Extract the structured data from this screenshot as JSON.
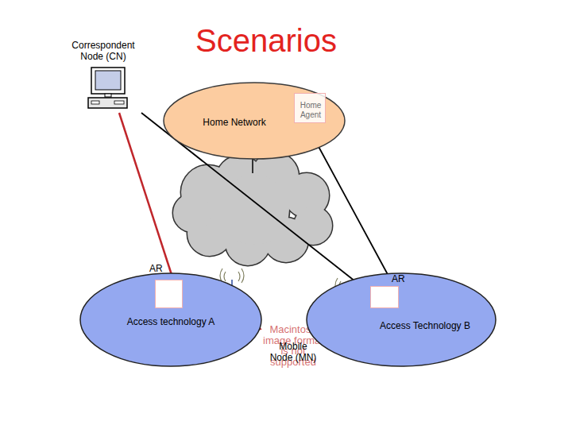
{
  "diagram": {
    "title": "Scenarios",
    "nodes": [
      {
        "text": [
          "Correspondent Node (CN)"
        ]
      },
      {
        "text": [
          "Home Network"
        ]
      },
      {
        "text": [
          "Home Agent"
        ],
        "in": 1
      },
      {
        "text": [
          "Access technology A"
        ]
      },
      {
        "text": [
          "AR"
        ]
      },
      {
        "text": [
          "Access Technology B"
        ]
      },
      {
        "text": [
          "AR"
        ]
      },
      {
        "text": [
          "Mobile Node (MN)"
        ]
      }
    ],
    "edges": [
      {
        "from": 0,
        "to": 4,
        "arrow": "none"
      },
      {
        "from": 4,
        "to": 7,
        "arrow": "both"
      },
      {
        "from": 0,
        "to": 6,
        "arrow": "none"
      },
      {
        "from": 2,
        "to": 6,
        "arrow": "none"
      },
      {
        "from": 7,
        "to": 5,
        "arrow": "both"
      }
    ],
    "labels": [
      "Macintosh PICT image format is not supported",
      "Macintosh image format is not supported"
    ]
  }
}
